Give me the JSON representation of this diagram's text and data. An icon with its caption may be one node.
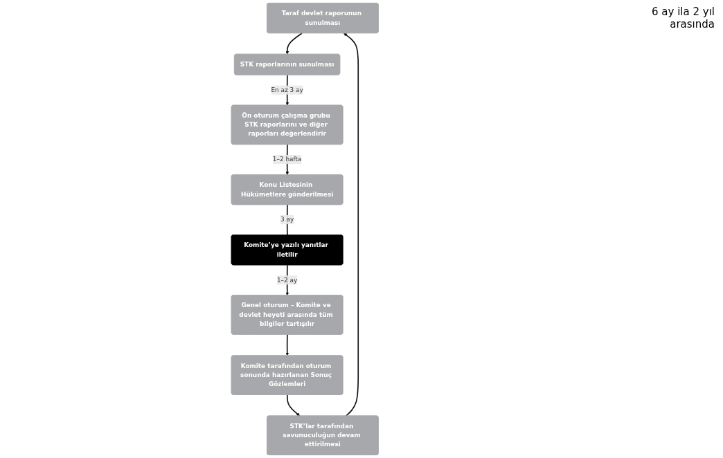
{
  "diagram": {
    "nodes": [
      {
        "text": [
          "Taraf devlet raporunun sunulması"
        ]
      },
      {
        "text": [
          "STK raporlarının sunulması"
        ]
      },
      {
        "text": [
          "Ön oturum çalışma grubu STK raporlarını ve diğer raporları değerlendirir"
        ]
      },
      {
        "text": [
          "Konu Listesinin Hükümetlere gönderilmesi"
        ]
      },
      {
        "text": [
          "Komite’ye yazılı yanıtlar iletilir"
        ]
      },
      {
        "text": [
          "Genel oturum – Komite ve devlet heyeti arasında tüm bilgiler tartışılır"
        ]
      },
      {
        "text": [
          "Komite tarafından oturum sonunda hazırlanan Sonuç Gözlemleri"
        ]
      },
      {
        "text": [
          "STK’lar tarafından savunuculuğun devam ettirilmesi"
        ]
      }
    ],
    "edges": [
      {
        "from": 0,
        "to": 1,
        "arrow": "to"
      },
      {
        "from": 1,
        "to": 2,
        "arrow": "to",
        "label": "En az 3 ay"
      },
      {
        "from": 2,
        "to": 3,
        "arrow": "to",
        "label": "1–2 hafta"
      },
      {
        "from": 3,
        "to": 4,
        "arrow": "none",
        "label": "3 ay"
      },
      {
        "from": 4,
        "to": 5,
        "arrow": "to",
        "label": "1–2 ay"
      },
      {
        "from": 5,
        "to": 6,
        "arrow": "to"
      },
      {
        "from": 6,
        "to": 7,
        "arrow": "to"
      },
      {
        "from": 7,
        "to": 0,
        "arrow": "to"
      }
    ],
    "labels": [
      "6 ay ila 2 yıl arasında"
    ]
  }
}
